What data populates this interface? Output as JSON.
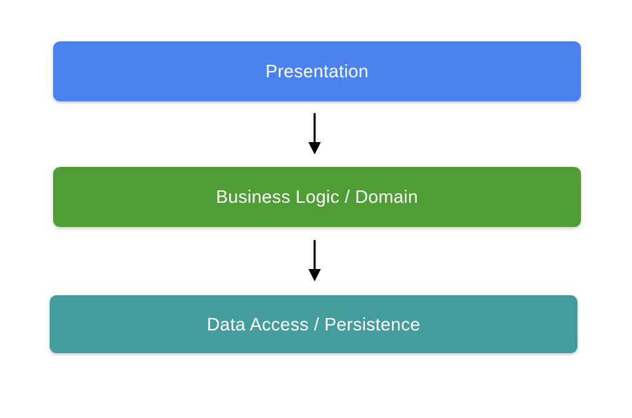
{
  "diagram": {
    "type": "layered-architecture",
    "background_color": "#ffffff",
    "text_color": "#ffffff",
    "arrow_color": "#000000",
    "layers": [
      {
        "label": "Presentation",
        "color": "#4B82F0"
      },
      {
        "label": "Business Logic / Domain",
        "color": "#4E9E35"
      },
      {
        "label": "Data Access / Persistence",
        "color": "#459C9D"
      }
    ],
    "connections": [
      {
        "from": "Presentation",
        "to": "Business Logic / Domain",
        "direction": "down"
      },
      {
        "from": "Business Logic / Domain",
        "to": "Data Access / Persistence",
        "direction": "down"
      }
    ]
  }
}
